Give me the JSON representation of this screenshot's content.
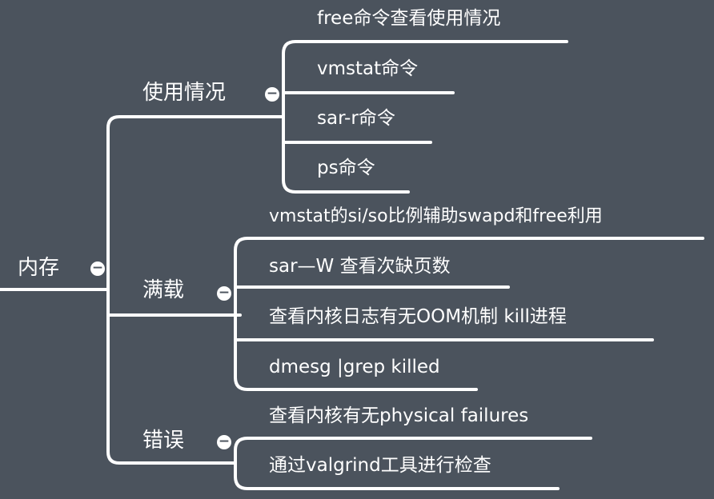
{
  "colors": {
    "background": "#4b535d",
    "line": "#ffffff",
    "text": "#ffffff"
  },
  "toggle_symbol": "−",
  "root": {
    "label": "内存"
  },
  "branches": [
    {
      "label": "使用情况",
      "children": [
        "free命令查看使用情况",
        "vmstat命令",
        "sar-r命令",
        "ps命令"
      ]
    },
    {
      "label": "满载",
      "children": [
        "vmstat的si/so比例辅助swapd和free利用",
        "sar—W 查看次缺页数",
        "查看内核日志有无OOM机制 kill进程",
        "dmesg |grep killed"
      ]
    },
    {
      "label": "错误",
      "children": [
        "查看内核有无physical failures",
        "通过valgrind工具进行检查"
      ]
    }
  ]
}
